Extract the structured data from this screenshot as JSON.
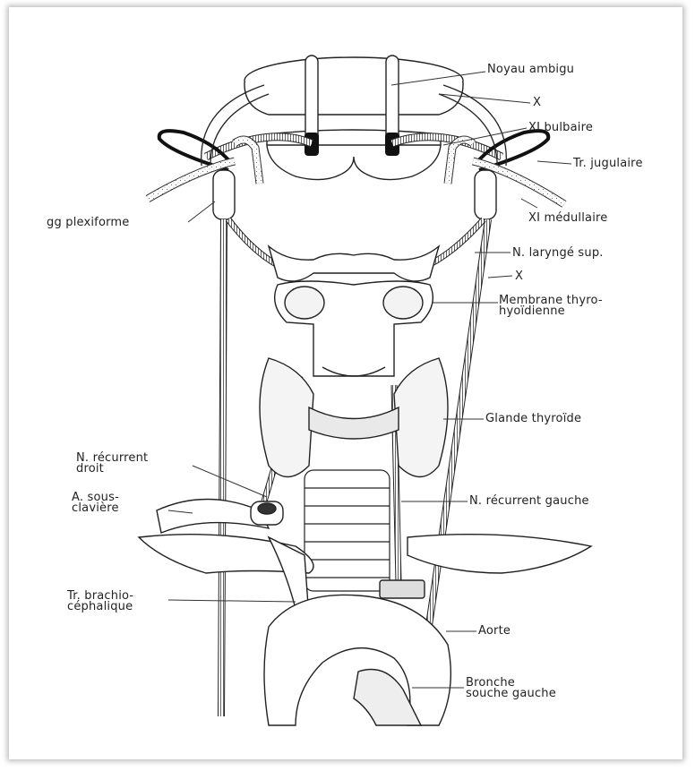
{
  "figure": {
    "labels": {
      "noyau_ambigu": "Noyau ambigu",
      "x_top": "X",
      "xi_bulbaire": "XI bulbaire",
      "tr_jugulaire": "Tr. jugulaire",
      "xi_medullaire": "XI médullaire",
      "gg_plexiforme": "gg plexiforme",
      "n_larynge_sup": "N. laryngé sup.",
      "x_mid": "X",
      "membrane": "Membrane thyro-\nhyoïdienne",
      "glande_thyroide": "Glande thyroïde",
      "n_recurrent_droit": "N. récurrent\ndroit",
      "a_sous_claviere": "A. sous-\nclavière",
      "n_recurrent_gauche": "N. récurrent gauche",
      "tr_brachio": "Tr. brachio-\ncéphalique",
      "aorte": "Aorte",
      "bronche": "Bronche\nsouche gauche"
    }
  }
}
